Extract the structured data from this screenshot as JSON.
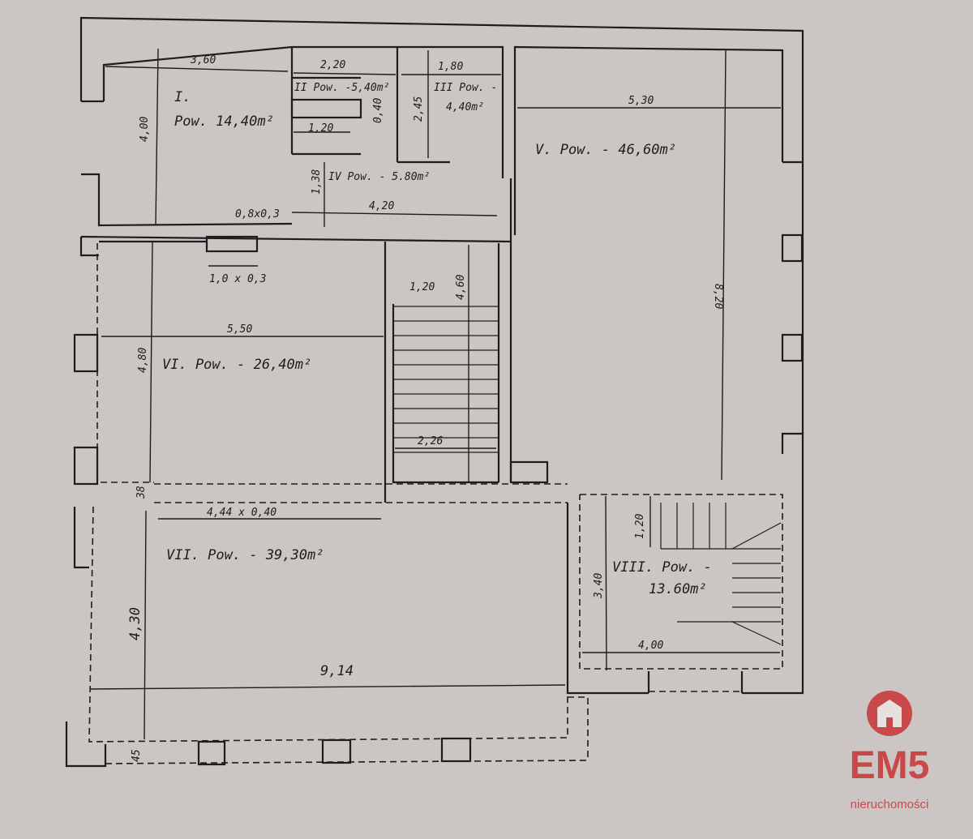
{
  "colors": {
    "paper": "#cbc6c4",
    "ink": "#1e1c1c",
    "brand": "#c9494a"
  },
  "rooms": [
    {
      "id": "I",
      "label": "I.",
      "area": "Pow. 14,40m²"
    },
    {
      "id": "II",
      "label": "II Pow. -5,40m²"
    },
    {
      "id": "III",
      "label": "III Pow. -",
      "area": "4,40m²"
    },
    {
      "id": "IV",
      "label": "IV Pow. - 5.80m²"
    },
    {
      "id": "V",
      "label": "V. Pow. - 46,60m²"
    },
    {
      "id": "VI",
      "label": "VI. Pow. - 26,40m²"
    },
    {
      "id": "VII",
      "label": "VII. Pow. - 39,30m²"
    },
    {
      "id": "VIII",
      "label": "VIII. Pow. -",
      "area": "13.60m²"
    }
  ],
  "dimensions": {
    "d360": "3,60",
    "d220": "2,20",
    "d180": "1,80",
    "d530": "5,30",
    "d400": "4,00",
    "d245": "2,45",
    "d040": "0,40",
    "d120a": "1,20",
    "d138": "1,38",
    "d420": "4,20",
    "d080": "0,8x0,3",
    "d103": "1,0 x 0,3",
    "d550": "5,50",
    "d480": "4,80",
    "d120b": "1,20",
    "d460": "4,60",
    "d226": "2,26",
    "d820": "8,20",
    "d038": "38",
    "d444": "4,44 x 0,40",
    "d430": "4,30",
    "d914": "9,14",
    "d120c": "1,20",
    "d340": "3,40",
    "d400b": "4,00",
    "d045": "45"
  },
  "logo": {
    "name": "EM5",
    "tagline": "nieruchomości"
  }
}
